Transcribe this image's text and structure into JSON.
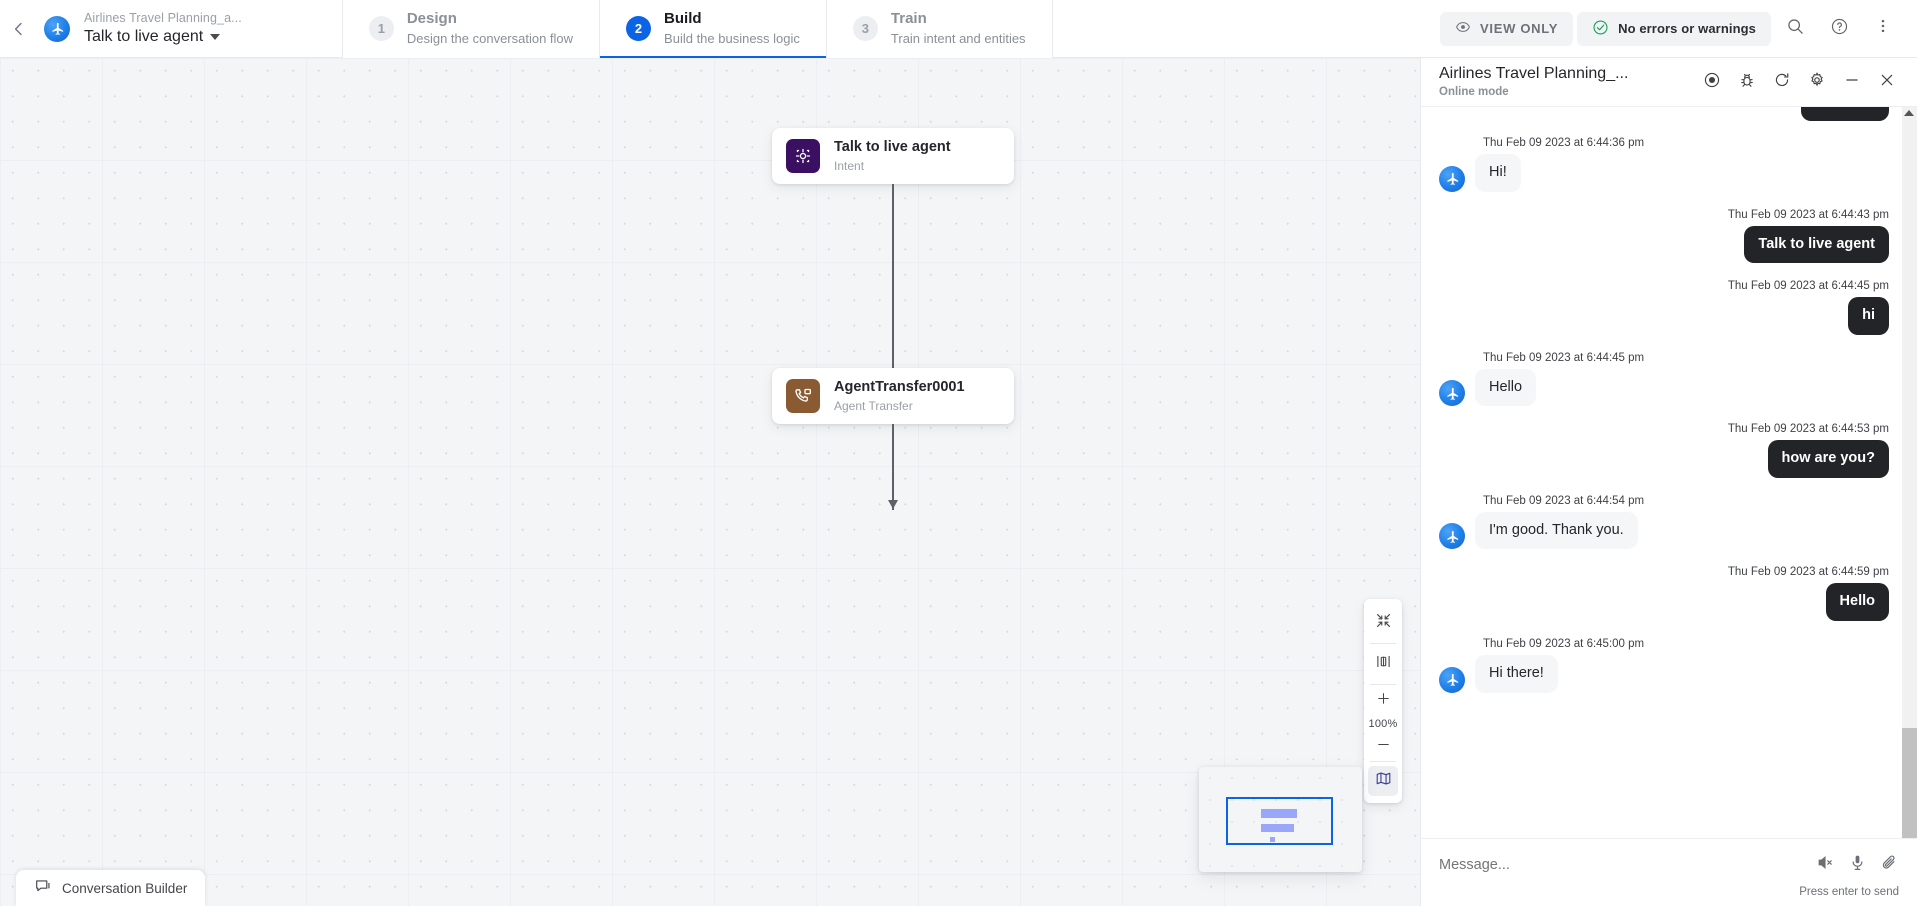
{
  "topbar": {
    "back_icon": "chevron-left-icon",
    "logo_icon": "airplane-logo-icon",
    "project_name": "Airlines Travel Planning_a...",
    "flow_name": "Talk to live agent",
    "flow_caret_icon": "caret-down-icon",
    "steps": [
      {
        "num": "1",
        "title": "Design",
        "desc": "Design the conversation flow",
        "state": "inactive"
      },
      {
        "num": "2",
        "title": "Build",
        "desc": "Build the business logic",
        "state": "active"
      },
      {
        "num": "3",
        "title": "Train",
        "desc": "Train intent and entities",
        "state": "inactive"
      }
    ],
    "view_only_label": "VIEW ONLY",
    "view_only_icon": "eye-icon",
    "status_label": "No errors or warnings",
    "status_icon": "check-circle-icon",
    "status_color": "#1ea05a",
    "search_icon": "search-icon",
    "help_icon": "help-circle-icon",
    "more_icon": "more-vertical-icon"
  },
  "canvas": {
    "nodes": [
      {
        "title": "Talk to live agent",
        "subtitle": "Intent",
        "icon": "intent-target-icon",
        "icon_color": "#3b1濾"
      },
      {
        "title": "AgentTransfer0001",
        "subtitle": "Agent Transfer",
        "icon": "phone-transfer-icon",
        "icon_color": "#8a5a33"
      }
    ],
    "tools": [
      {
        "name": "fit-to-screen",
        "icon": "fit-screen-icon"
      },
      {
        "name": "align-nodes",
        "icon": "align-center-icon"
      },
      {
        "name": "zoom-in",
        "icon": "plus-icon"
      },
      {
        "name": "zoom-out",
        "icon": "minus-icon"
      },
      {
        "name": "toggle-minimap",
        "icon": "map-icon"
      }
    ],
    "zoom_level": "100%",
    "footer_label": "Conversation Builder",
    "footer_icon": "chat-bubble-icon"
  },
  "chat": {
    "title": "Airlines Travel Planning_...",
    "subtitle": "Online mode",
    "header_icons": [
      {
        "name": "record-button",
        "icon": "record-circle-icon"
      },
      {
        "name": "debug-button",
        "icon": "bug-icon"
      },
      {
        "name": "refresh-button",
        "icon": "refresh-icon"
      },
      {
        "name": "settings-button",
        "icon": "gear-icon"
      },
      {
        "name": "minimize-button",
        "icon": "minimize-icon"
      },
      {
        "name": "close-button",
        "icon": "close-icon"
      }
    ],
    "messages": [
      {
        "side": "bot",
        "timestamp": "Thu Feb 09 2023 at 6:44:36 pm",
        "text": "Hi!"
      },
      {
        "side": "user",
        "timestamp": "Thu Feb 09 2023 at 6:44:43 pm",
        "text": "Talk to live agent"
      },
      {
        "side": "user",
        "timestamp": "Thu Feb 09 2023 at 6:44:45 pm",
        "text": "hi"
      },
      {
        "side": "bot",
        "timestamp": "Thu Feb 09 2023 at 6:44:45 pm",
        "text": "Hello"
      },
      {
        "side": "user",
        "timestamp": "Thu Feb 09 2023 at 6:44:53 pm",
        "text": "how are you?"
      },
      {
        "side": "bot",
        "timestamp": "Thu Feb 09 2023 at 6:44:54 pm",
        "text": "I'm good. Thank you."
      },
      {
        "side": "user",
        "timestamp": "Thu Feb 09 2023 at 6:44:59 pm",
        "text": "Hello"
      },
      {
        "side": "bot",
        "timestamp": "Thu Feb 09 2023 at 6:45:00 pm",
        "text": "Hi there!"
      }
    ],
    "input_placeholder": "Message...",
    "input_value": "",
    "input_icons": [
      {
        "name": "mute-speaker-button",
        "icon": "speaker-muted-icon"
      },
      {
        "name": "microphone-button",
        "icon": "microphone-icon"
      },
      {
        "name": "attach-button",
        "icon": "paperclip-icon"
      }
    ],
    "send_hint": "Press enter to send"
  }
}
